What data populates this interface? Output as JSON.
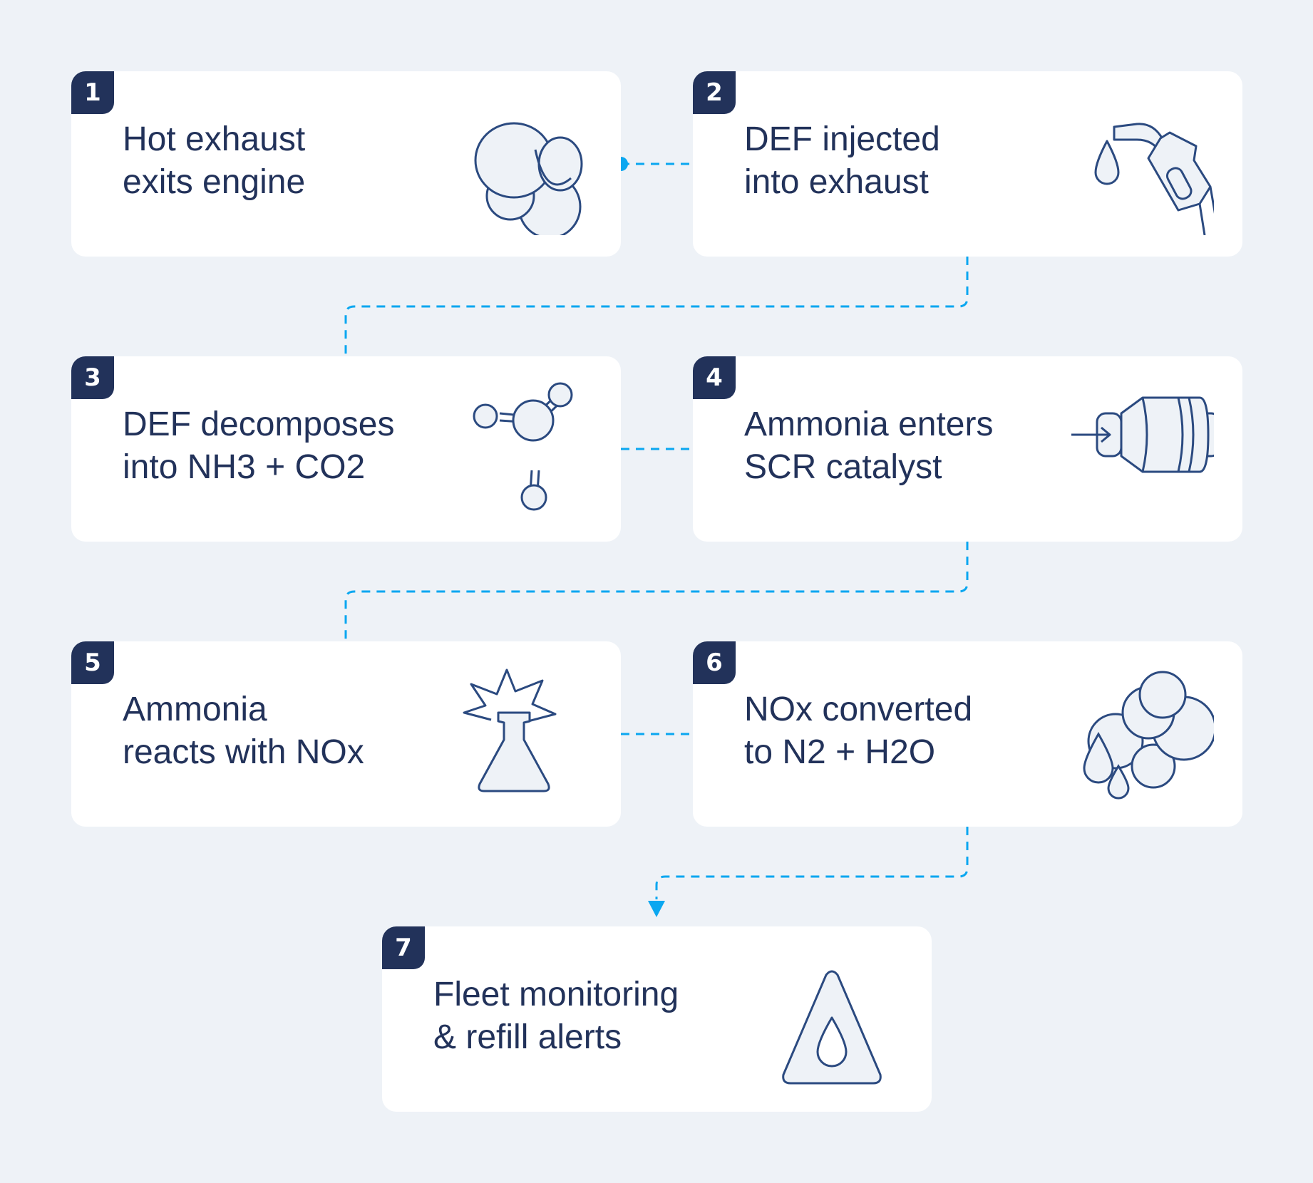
{
  "diagram": {
    "type": "process-flow",
    "steps": [
      {
        "number": "1",
        "title": "Hot exhaust\nexits engine",
        "icon": "smoke-cloud-icon"
      },
      {
        "number": "2",
        "title": "DEF injected\ninto exhaust",
        "icon": "fuel-nozzle-drop-icon"
      },
      {
        "number": "3",
        "title": "DEF decomposes\ninto NH3 + CO2",
        "icon": "molecule-icon"
      },
      {
        "number": "4",
        "title": "Ammonia enters\nSCR catalyst",
        "icon": "catalytic-converter-icon"
      },
      {
        "number": "5",
        "title": "Ammonia\nreacts with NOx",
        "icon": "reaction-flask-icon"
      },
      {
        "number": "6",
        "title": "NOx converted\nto N2 + H2O",
        "icon": "cloud-water-drops-icon"
      },
      {
        "number": "7",
        "title": "Fleet monitoring\n& refill alerts",
        "icon": "alert-triangle-drop-icon"
      }
    ],
    "connections": [
      [
        "1",
        "2"
      ],
      [
        "2",
        "3"
      ],
      [
        "3",
        "4"
      ],
      [
        "4",
        "5"
      ],
      [
        "5",
        "6"
      ],
      [
        "6",
        "7"
      ]
    ],
    "colors": {
      "background": "#eef2f7",
      "card": "#ffffff",
      "navy": "#22325a",
      "connector": "#0aa7f0",
      "icon_fill": "#eef2f7",
      "icon_stroke": "#2b4a80"
    }
  }
}
